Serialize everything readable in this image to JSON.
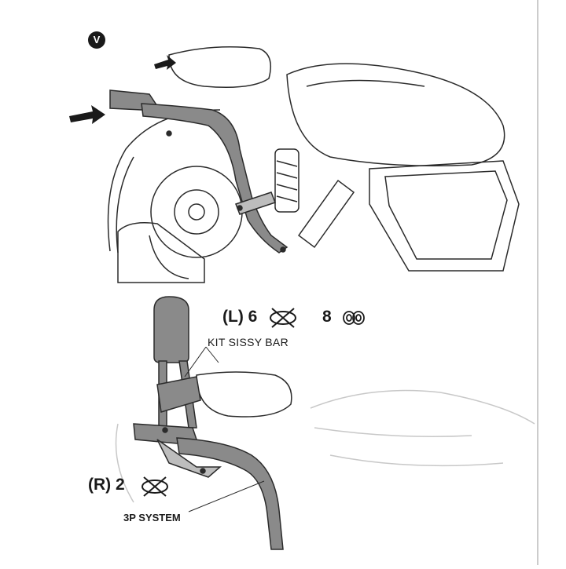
{
  "step_marker": "V",
  "callouts": {
    "left_side": {
      "side": "(L)",
      "count": "6"
    },
    "left_side_other": {
      "count": "8"
    },
    "right_side": {
      "side": "(R)",
      "count": "2"
    },
    "kit_label": "KIT SISSY BAR",
    "system_label": "3P SYSTEM"
  },
  "icons": {
    "crossed_screw": "crossed-screw-icon",
    "washer_pair": "washer-pair-icon",
    "arrow": "push-arrow-icon"
  },
  "colors": {
    "line": "#2b2b2b",
    "fill_part": "#8a8a8a",
    "fill_light": "#bdbdbd",
    "faint": "#c8c8c8"
  }
}
